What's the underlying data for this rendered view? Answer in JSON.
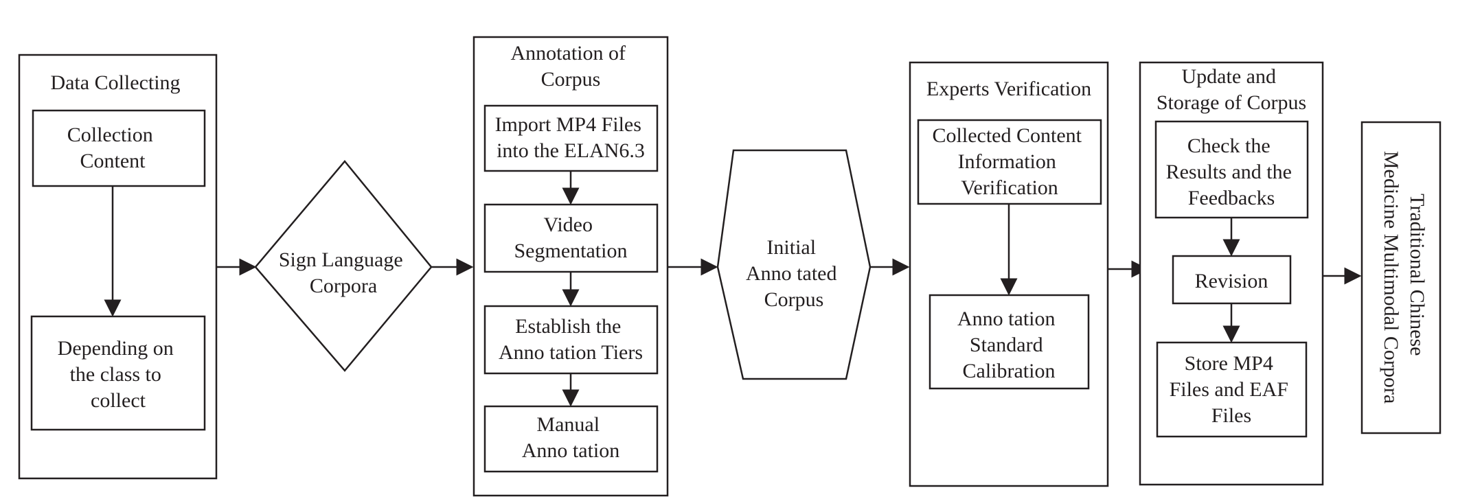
{
  "flow": {
    "data_collecting": {
      "title": "Data Collecting",
      "collection_content": [
        "Collection",
        "Content"
      ],
      "depending": [
        "Depending on",
        "the class to",
        "collect"
      ]
    },
    "sign_language_corpora": [
      "Sign Language",
      "Corpora"
    ],
    "annotation": {
      "title": [
        "Annotation of",
        "Corpus"
      ],
      "import": [
        "Import MP4 Files",
        "into the ELAN6.3"
      ],
      "segmentation": [
        "Video",
        "Segmentation"
      ],
      "tiers": [
        "Establish the",
        "Anno tation Tiers"
      ],
      "manual": [
        "Manual",
        "Anno tation"
      ]
    },
    "initial_corpus": [
      "Initial",
      "Anno tated",
      "Corpus"
    ],
    "experts": {
      "title": "Experts Verification",
      "verification": [
        "Collected Content",
        "Information",
        "Verification"
      ],
      "calibration": [
        "Anno tation",
        "Standard",
        "Calibration"
      ]
    },
    "update": {
      "title": [
        "Update and",
        "Storage of Corpus"
      ],
      "check": [
        "Check the",
        "Results and the",
        "Feedbacks"
      ],
      "revision": "Revision",
      "store": [
        "Store MP4",
        "Files and EAF",
        "Files"
      ]
    },
    "final": [
      "Traditional Chinese",
      "Medicine Multimodal Corpora"
    ]
  }
}
